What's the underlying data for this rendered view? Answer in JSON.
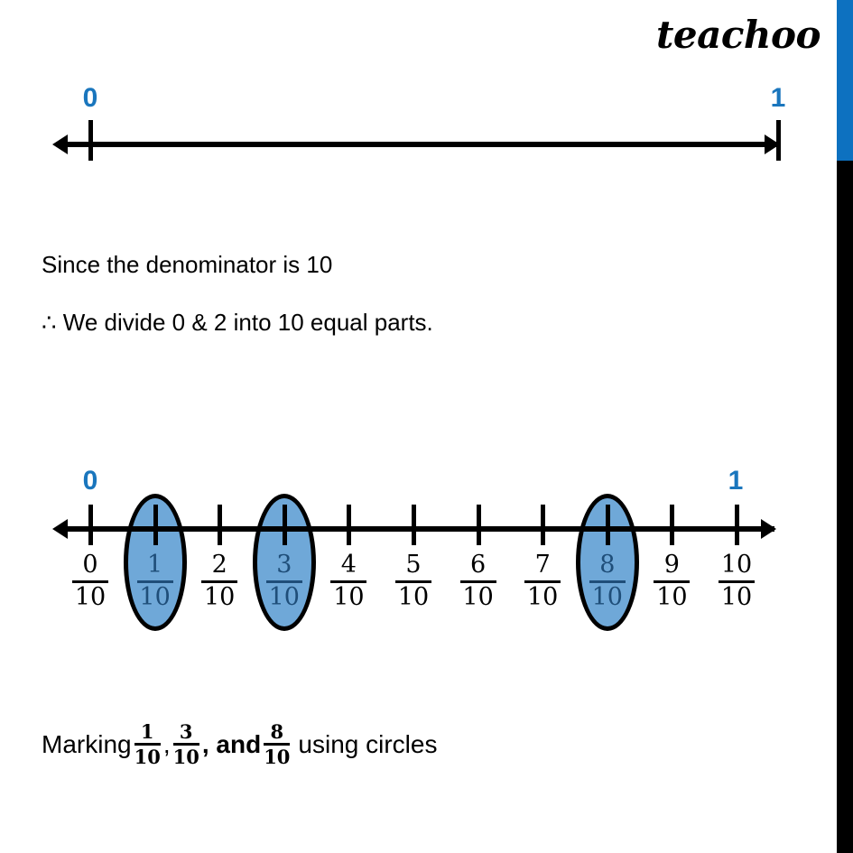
{
  "brand": {
    "name": "teachoo"
  },
  "colors": {
    "accent_blue": "#1a76bd",
    "ellipse_fill": "#6fa8d8",
    "circled_text": "#1f4e79",
    "edge_bar_blue": "#0d71c0",
    "edge_bar_black": "#000000",
    "line_black": "#000000"
  },
  "number_line_top": {
    "name": "number-line-0-to-1-undivided",
    "start_label": "0",
    "end_label": "1",
    "tick_count": 2,
    "has_left_arrow": true,
    "has_right_arrow": true
  },
  "explanation": {
    "line1": "Since the denominator is 10",
    "line2": "∴ We divide 0 & 2 into 10 equal parts."
  },
  "number_line_bottom": {
    "name": "number-line-0-to-1-divided-tenths",
    "start_label": "0",
    "end_label": "1",
    "has_left_arrow": true,
    "has_right_arrow": true,
    "ticks": [
      {
        "index": 0,
        "numerator": "0",
        "denominator": "10",
        "circled": false
      },
      {
        "index": 1,
        "numerator": "1",
        "denominator": "10",
        "circled": true
      },
      {
        "index": 2,
        "numerator": "2",
        "denominator": "10",
        "circled": false
      },
      {
        "index": 3,
        "numerator": "3",
        "denominator": "10",
        "circled": true
      },
      {
        "index": 4,
        "numerator": "4",
        "denominator": "10",
        "circled": false
      },
      {
        "index": 5,
        "numerator": "5",
        "denominator": "10",
        "circled": false
      },
      {
        "index": 6,
        "numerator": "6",
        "denominator": "10",
        "circled": false
      },
      {
        "index": 7,
        "numerator": "7",
        "denominator": "10",
        "circled": false
      },
      {
        "index": 8,
        "numerator": "8",
        "denominator": "10",
        "circled": true
      },
      {
        "index": 9,
        "numerator": "9",
        "denominator": "10",
        "circled": false
      },
      {
        "index": 10,
        "numerator": "10",
        "denominator": "10",
        "circled": false
      }
    ]
  },
  "caption": {
    "prefix": "Marking",
    "frac1": {
      "numerator": "1",
      "denominator": "10"
    },
    "sep1": ",",
    "frac2": {
      "numerator": "3",
      "denominator": "10"
    },
    "sep2": ", and",
    "frac3": {
      "numerator": "8",
      "denominator": "10"
    },
    "suffix": "using circles"
  }
}
